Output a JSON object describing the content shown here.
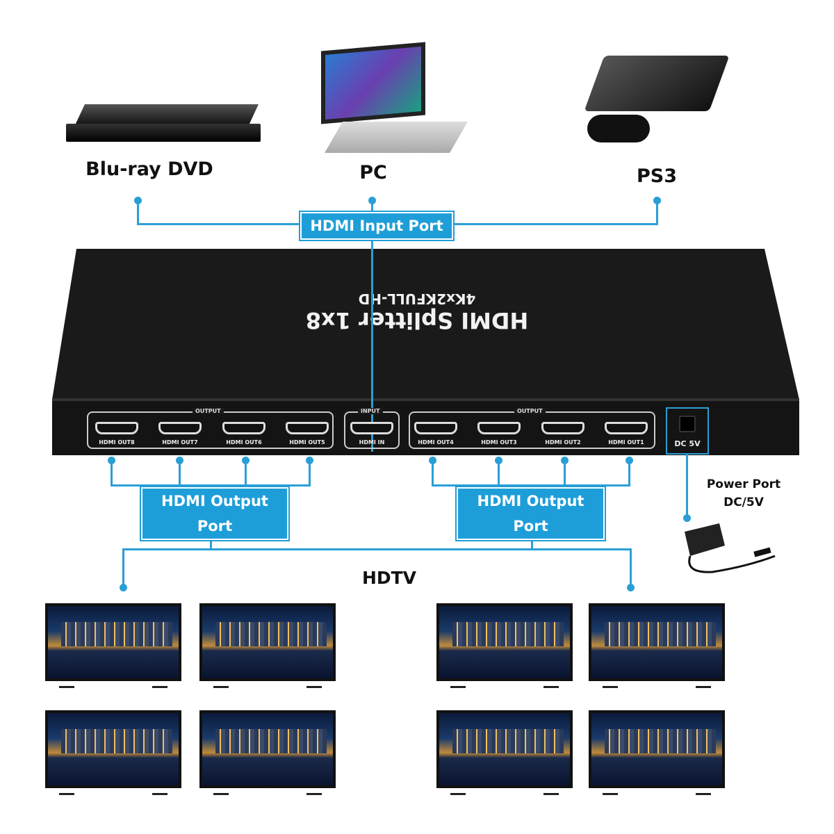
{
  "sources": [
    {
      "label": "Blu-ray DVD"
    },
    {
      "label": "PC"
    },
    {
      "label": "PS3"
    }
  ],
  "input_tag": "HDMI Input Port",
  "output_tags": [
    "HDMI Output Port",
    "HDMI Output Port"
  ],
  "device": {
    "title": "HDMI Splitter 1x8",
    "subtitle": "4Kx2KFULL-HD",
    "left_group": "OUTPUT",
    "input_group": "INPUT",
    "right_group": "OUTPUT",
    "ports_left": [
      "HDMI OUT8",
      "HDMI OUT7",
      "HDMI OUT6",
      "HDMI OUT5"
    ],
    "input_port": "HDMI IN",
    "ports_right": [
      "HDMI OUT4",
      "HDMI OUT3",
      "HDMI OUT2",
      "HDMI OUT1"
    ],
    "dc_label": "DC 5V"
  },
  "power": {
    "line1": "Power Port",
    "line2": "DC/5V"
  },
  "hdtv_label": "HDTV",
  "accent": "#1e9ed8"
}
